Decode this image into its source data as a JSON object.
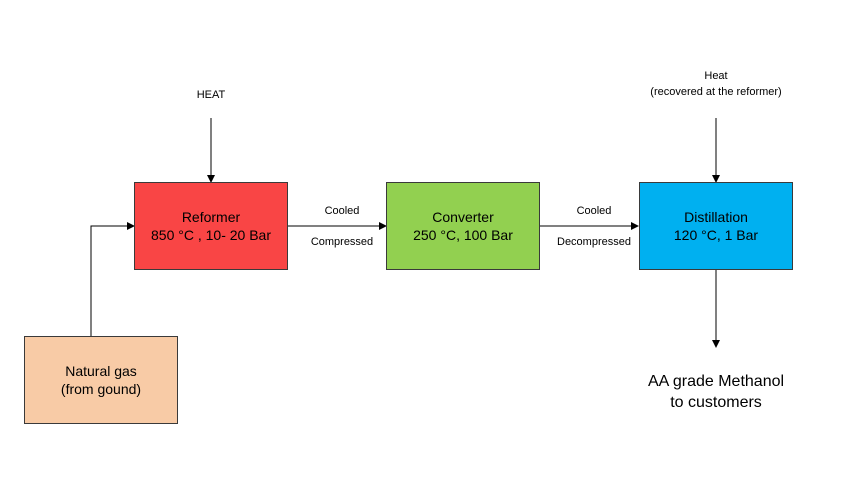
{
  "nodes": {
    "reformer": {
      "title": "Reformer",
      "conditions": "850 °C , 10- 20 Bar",
      "color": "#f94545"
    },
    "converter": {
      "title": "Converter",
      "conditions": "250 °C, 100 Bar",
      "color": "#92d050"
    },
    "distillation": {
      "title": "Distillation",
      "conditions": "120 °C, 1 Bar",
      "color": "#00b0f0"
    },
    "natural_gas": {
      "line1": "Natural gas",
      "line2": "(from gound)",
      "color": "#f8cba6"
    }
  },
  "inputs": {
    "heat_reformer": "HEAT",
    "heat_distillation_line1": "Heat",
    "heat_distillation_line2": "(recovered at the reformer)"
  },
  "edges": {
    "reformer_to_converter": {
      "top": "Cooled",
      "bottom": "Compressed"
    },
    "converter_to_distillation": {
      "top": "Cooled",
      "bottom": "Decompressed"
    }
  },
  "output": {
    "line1": "AA grade Methanol",
    "line2": "to customers"
  }
}
